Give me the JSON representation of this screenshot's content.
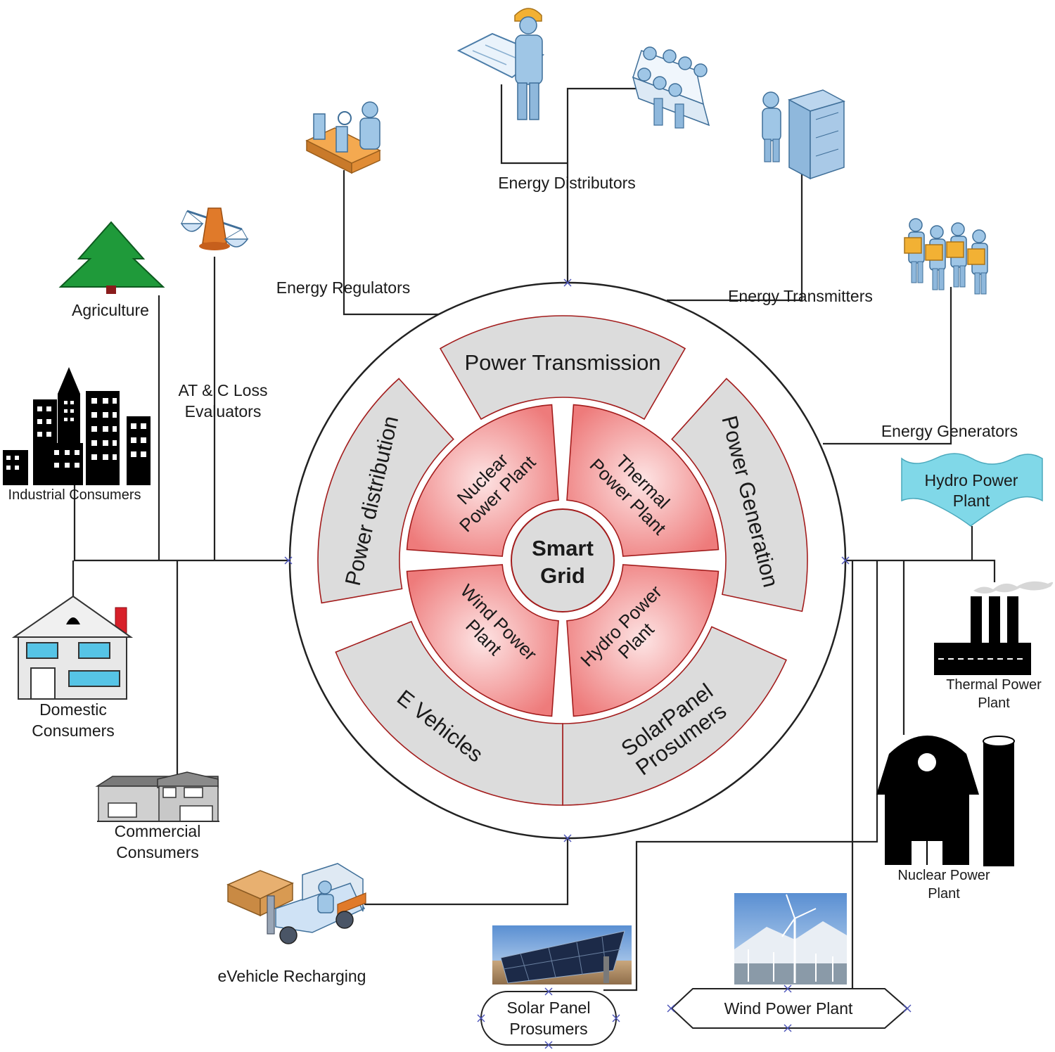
{
  "center": {
    "line1": "Smart",
    "line2": "Grid"
  },
  "inner_segments": {
    "nuclear": {
      "line1": "Nuclear",
      "line2": "Power Plant"
    },
    "thermal": {
      "line1": "Thermal",
      "line2": "Power Plant"
    },
    "wind": {
      "line1": "Wind Power",
      "line2": "Plant"
    },
    "hydro": {
      "line1": "Hydro Power",
      "line2": "Plant"
    }
  },
  "outer_segments": {
    "transmission": "Power Transmission",
    "distribution": "Power distribution",
    "generation": "Power Generation",
    "evehicles": "E Vehicles",
    "solar": {
      "line1": "SolarPanel",
      "line2": "Prosumers"
    }
  },
  "nodes": {
    "energy_distributors": "Energy Distributors",
    "energy_regulators": "Energy Regulators",
    "energy_transmitters": "Energy Transmitters",
    "energy_generators": "Energy Generators",
    "agriculture": "Agriculture",
    "atc_loss": {
      "line1": "AT & C Loss",
      "line2": "Evaluators"
    },
    "industrial": "Industrial Consumers",
    "domestic": {
      "line1": "Domestic",
      "line2": "Consumers"
    },
    "commercial": {
      "line1": "Commercial",
      "line2": "Consumers"
    },
    "evehicle_recharging": "eVehicle Recharging",
    "solar_prosumers": {
      "line1": "Solar Panel",
      "line2": "Prosumers"
    },
    "wind_plant": "Wind Power Plant",
    "hydro_plant": {
      "line1": "Hydro Power",
      "line2": "Plant"
    },
    "thermal_plant": {
      "line1": "Thermal Power",
      "line2": "Plant"
    },
    "nuclear_plant": {
      "line1": "Nuclear Power",
      "line2": "Plant"
    }
  },
  "icons": [
    "engineer-blueprint-icon",
    "meeting-table-icon",
    "assembly-line-icon",
    "server-operator-icon",
    "workers-icon",
    "scales-icon",
    "pine-tree-icon",
    "city-buildings-icon",
    "house-icon",
    "commercial-building-icon",
    "forklift-icon",
    "solar-panel-photo",
    "wind-turbine-photo",
    "hydro-wave-icon",
    "factory-icon",
    "nuclear-barn-icon"
  ],
  "colors": {
    "inner_fill": "#f08a8a",
    "outer_fill": "#dcdcdc",
    "ring_stroke": "#a31c1c",
    "hydro_wave": "#80d8e8",
    "person_blue": "#9fc6e6",
    "helmet": "#f2b134"
  }
}
